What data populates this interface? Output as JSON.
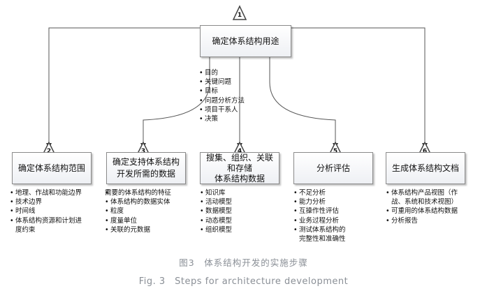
{
  "top": {
    "number": "1",
    "label": "确定体系结构用途",
    "bullets": [
      "目的",
      "关键问题",
      "目标",
      "问题分析方法",
      "项目干系人",
      "决策"
    ]
  },
  "steps": [
    {
      "number": "2",
      "label": "确定体系结构范围",
      "bullets": [
        "地理、作战和功能边界",
        "技术边界",
        "时间线",
        "体系结构资源和计划进\n度约束"
      ]
    },
    {
      "number": "3",
      "label": "确定支持体系结构\n开发所需的数据",
      "bullets": [
        "需要的体系结构的特征",
        "体系结构的数据实体",
        "粒度",
        "度量单位",
        "关联的元数据"
      ]
    },
    {
      "number": "4",
      "label": "搜集、组织、关联\n和存储\n体系结构数据",
      "bullets": [
        "知识库",
        "活动模型",
        "数据模型",
        "动态模型",
        "组织模型"
      ]
    },
    {
      "number": "5",
      "label": "分析评估",
      "bullets": [
        "不足分析",
        "能力分析",
        "互操作性评估",
        "业务过程分析",
        "测试体系结构的\n完整性和准确性"
      ]
    },
    {
      "number": "6",
      "label": "生成体系结构文档",
      "bullets": [
        "体系结构产品视图（作\n战、系统和技术视图）",
        "可重用的体系结构数据",
        "分析报告"
      ]
    }
  ],
  "caption": {
    "zh": "图3　体系结构开发的实施步骤",
    "en": "Fig. 3　Steps for architecture development"
  }
}
